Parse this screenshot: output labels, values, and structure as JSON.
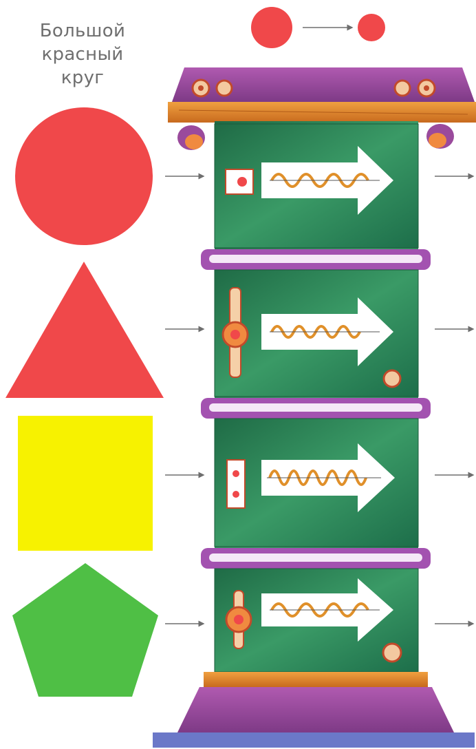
{
  "caption": {
    "title": "Большой\nкрасный\nкруг"
  },
  "shapes": [
    {
      "name": "circle",
      "color": "#f0484a"
    },
    {
      "name": "triangle",
      "color": "#f0484a"
    },
    {
      "name": "square",
      "color": "#f7f200"
    },
    {
      "name": "pentagon",
      "color": "#4fbf45"
    }
  ],
  "machine": {
    "body_color": "#2f8a5a",
    "roof_color": "#9a4a9c",
    "plank_color": "#e08a2c",
    "base_color": "#6b78c8",
    "panel_count": 4
  },
  "legend_top": {
    "big_circle_color": "#f0484a",
    "small_circle_color": "#f0484a"
  }
}
